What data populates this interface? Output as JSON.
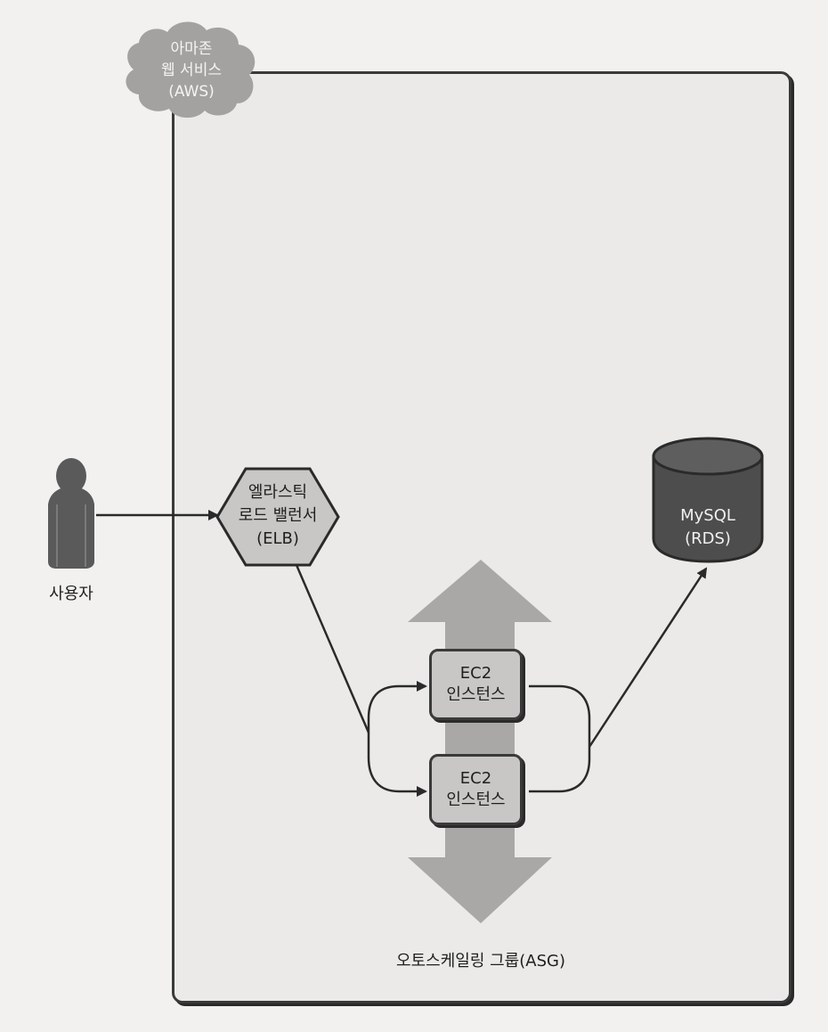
{
  "aws_cloud": {
    "line1": "아마존",
    "line2": "웹 서비스",
    "line3": "(AWS)"
  },
  "user": {
    "label": "사용자"
  },
  "elb": {
    "line1": "엘라스틱",
    "line2": "로드 밸런서",
    "line3": "(ELB)"
  },
  "ec2_instances": [
    {
      "line1": "EC2",
      "line2": "인스턴스"
    },
    {
      "line1": "EC2",
      "line2": "인스턴스"
    }
  ],
  "rds": {
    "line1": "MySQL",
    "line2": "(RDS)"
  },
  "asg": {
    "label": "오토스케일링 그룹(ASG)"
  },
  "colors": {
    "frame_fill": "#ebeae8",
    "stroke": "#3a3a3a",
    "node_fill": "#c8c7c5",
    "database_fill": "#4d4d4d",
    "arrow_fill": "#a9a8a6",
    "cloud_fill": "#a3a2a0"
  }
}
